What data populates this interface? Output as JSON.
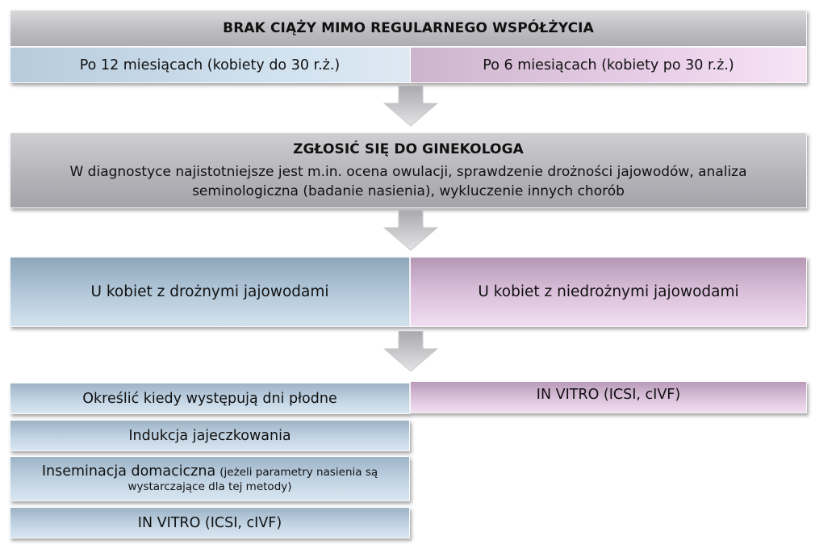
{
  "header": {
    "title": "BRAK CIĄŻY MIMO REGULARNEGO WSPÓŁŻYCIA"
  },
  "duration": {
    "left": "Po 12 miesiącach (kobiety do 30 r.ż.)",
    "right": "Po 6 miesiącach (kobiety po 30 r.ż.)"
  },
  "gynecologist": {
    "title": "ZGŁOSIĆ SIĘ DO GINEKOLOGA",
    "line1": "W diagnostyce najistotniejsze jest m.in. ocena owulacji, sprawdzenie drożności jajowodów, analiza",
    "line2": "seminologiczna (badanie nasienia), wykluczenie innych chorób"
  },
  "branches": {
    "left": "U kobiet z drożnymi jajowodami",
    "right": "U kobiet z niedrożnymi jajowodami"
  },
  "left_steps": {
    "step1": "Określić kiedy występują dni płodne",
    "step2": "Indukcja jajeczkowania",
    "step3_main": "Inseminacja domaciczna",
    "step3_note_line1": "(jeżeli parametry nasienia są",
    "step3_note_line2": "wystarczające dla tej metody)",
    "step4": "IN VITRO (ICSI, cIVF)"
  },
  "right_steps": {
    "step1": "IN VITRO (ICSI, cIVF)"
  },
  "colors": {
    "gray": "#bdbcc0",
    "blue": "#cfe0ee",
    "pink": "#e8cde7",
    "arrow": "#b9b9bd"
  }
}
